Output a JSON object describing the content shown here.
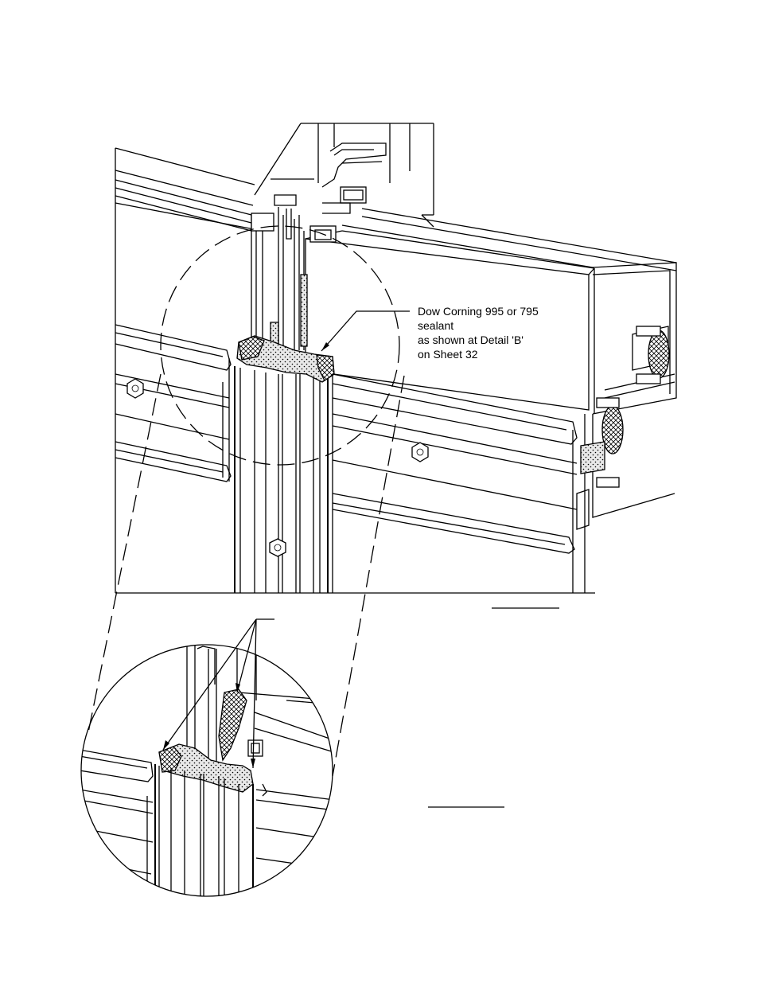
{
  "callout": {
    "line1": "Dow Corning 995 or 795",
    "line2": "sealant",
    "line3": "as shown at Detail 'B'",
    "line4": "on Sheet 32"
  }
}
